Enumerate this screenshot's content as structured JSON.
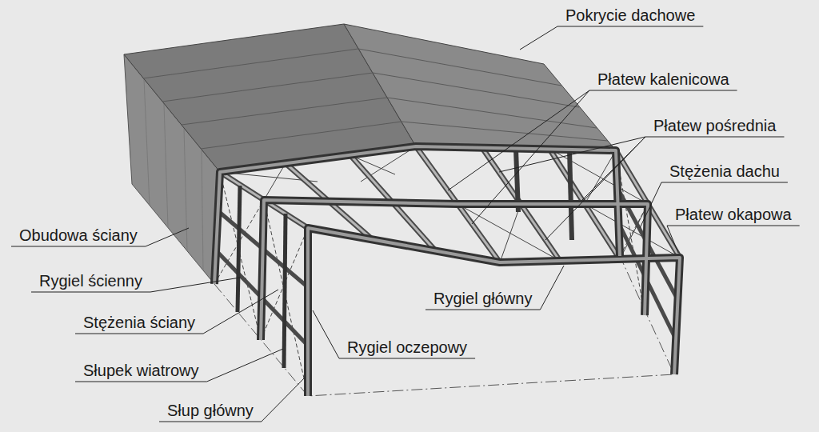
{
  "diagram": {
    "labels": [
      "Pokrycie dachowe",
      "Płatew kalenicowa",
      "Płatew pośrednia",
      "Stężenia dachu",
      "Płatew okapowa",
      "Obudowa ściany",
      "Rygiel ścienny",
      "Stężenia ściany",
      "Słupek wiatrowy",
      "Słup główny",
      "Rygiel główny",
      "Rygiel oczepowy"
    ]
  }
}
